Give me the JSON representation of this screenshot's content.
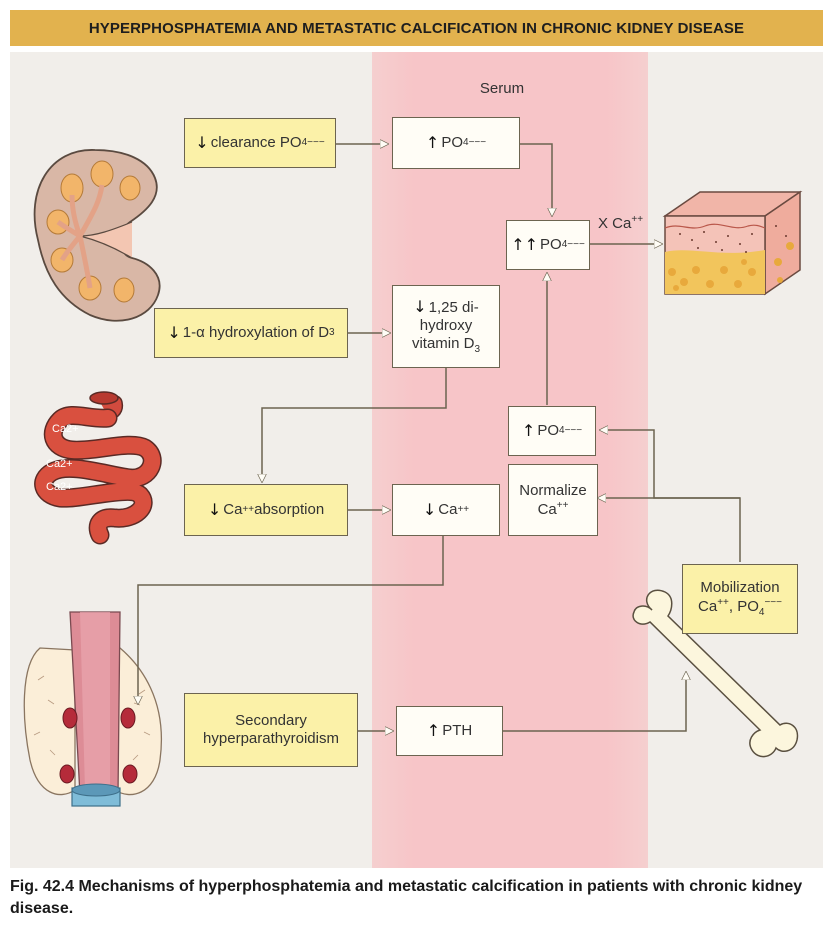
{
  "title": "HYPERPHOSPHATEMIA AND METASTATIC CALCIFICATION IN CHRONIC KIDNEY DISEASE",
  "serum_label": "Serum",
  "boxes": {
    "clearance": {
      "arrow": "↓",
      "text": "clearance PO",
      "sub": "4",
      "sup": "−−−"
    },
    "po4_up": {
      "arrow": "↑",
      "text": "PO",
      "sub": "4",
      "sup": "−−−"
    },
    "po4_double_up": {
      "arrow": "↑↑",
      "text": "PO",
      "sub": "4",
      "sup": "−−−"
    },
    "hydroxylation": {
      "arrow": "↓",
      "text": "1-α hydroxylation of D",
      "sub": "3"
    },
    "vitamin_d": {
      "arrow": "↓",
      "line1": "1,25 di-",
      "line2": "hydroxy",
      "line3": "vitamin D",
      "sub": "3"
    },
    "ca_absorption": {
      "arrow": "↓",
      "text": "Ca",
      "sup": "++",
      "text2": " absorption"
    },
    "ca_down": {
      "arrow": "↓",
      "text": "Ca",
      "sup": "++"
    },
    "po4_up_2": {
      "arrow": "↑",
      "text": "PO",
      "sub": "4",
      "sup": "−−−"
    },
    "normalize": {
      "line1": "Normalize",
      "line2": "Ca",
      "sup": "++"
    },
    "mobilization": {
      "line1": "Mobilization",
      "line2a": "Ca",
      "sup1": "++",
      "line2b": ", PO",
      "sub": "4",
      "sup2": "−−−"
    },
    "hyperpara": {
      "line1": "Secondary",
      "line2": "hyperparathyroidism"
    },
    "pth": {
      "arrow": "↑",
      "text": "PTH"
    }
  },
  "x_ca_label": {
    "text": "X Ca",
    "sup": "++"
  },
  "organ_labels": {
    "ca1": "Ca2+",
    "ca2": "Ca2+",
    "ca3": "Ca2+"
  },
  "icons": [
    "kidney-icon",
    "intestine-icon",
    "thyroid-icon",
    "bone-icon",
    "calcified-tissue-icon"
  ],
  "caption": "Fig. 42.4 Mechanisms of hyperphosphatemia and metastatic calcification in patients with chronic kidney disease."
}
